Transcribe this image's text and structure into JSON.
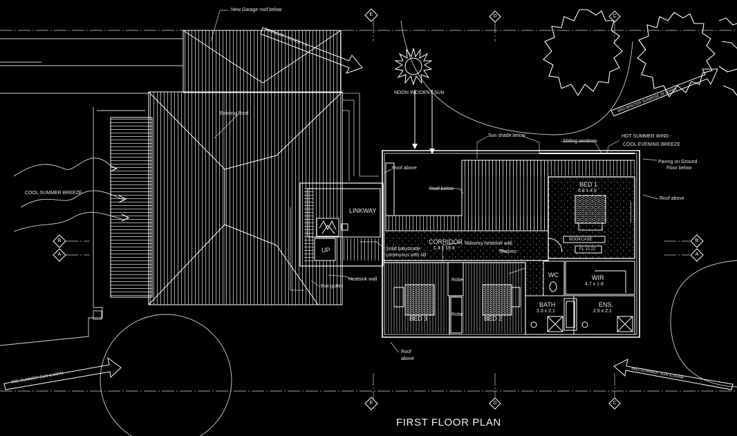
{
  "drawing": {
    "title": "FIRST FLOOR PLAN",
    "grid_top": [
      "E",
      "D",
      "C"
    ],
    "grid_bottom": [
      "E",
      "D",
      "C"
    ],
    "grid_left": [
      "B",
      "A"
    ],
    "grid_right": [
      "B",
      "A"
    ]
  },
  "labels": {
    "new_garage_roof": "New Garage roof below",
    "existing_roof": "Existing Roof",
    "noon_sun": "NOON INCIDENT SUN",
    "sun_shade": "Sun shade below",
    "sliding_windows": "Sliding windows",
    "hot_summer_wind": "HOT SUMMER WIND -",
    "cool_evening_breeze": "COOL EVENING BREEZE",
    "paving_ground": "Paving on Ground",
    "floor_below": "Floor below",
    "roof_above_1": "Roof above",
    "roof_above_2": "Roof above",
    "roof_above_3": "Roof",
    "roof_above_3b": "above",
    "roof_below": "Roof below",
    "cool_summer_breeze": "COOL SUMMER BREEZE",
    "linkway": "LINKWAY",
    "up": "UP",
    "corridor": "CORRIDOR",
    "corridor_dim": "1.4 x 19.4",
    "solid_balustrade": "Solid balustrade",
    "continuous_sill": "continuous with sill",
    "masonry_wall": "Masonry heatsink wall",
    "shelves": "Shelves",
    "heatsink_wall": "Heatsink wall",
    "box_gutter": "Box gutter",
    "robe1": "Robe",
    "robe2": "Robe",
    "bed3": "BED 3",
    "bed2": "BED 2",
    "bed1": "BED 1",
    "bed1_dim": "6.8 x 4.9",
    "bookcase": "BOOKCASE",
    "fl_level": "FL 12.22",
    "wir": "WIR",
    "wir_dim": "4.7 x 1.8",
    "wc": "WC",
    "bath": "BATH",
    "bath_dim": "3.3 x 2.1",
    "ens": "ENS.",
    "ens_dim": "2.5 x 2.1",
    "boundary_top": "BOUNDARY FENCE 1.8",
    "mid_winter_sunrise": "MID-WINTER SUNRISE (9.00AM)",
    "mid_summer_sun_pm": "MID-SUMMER SUN 6.00PM",
    "mid_summer_sun_am": "MID-SUMMER SUN 6.00AM"
  }
}
